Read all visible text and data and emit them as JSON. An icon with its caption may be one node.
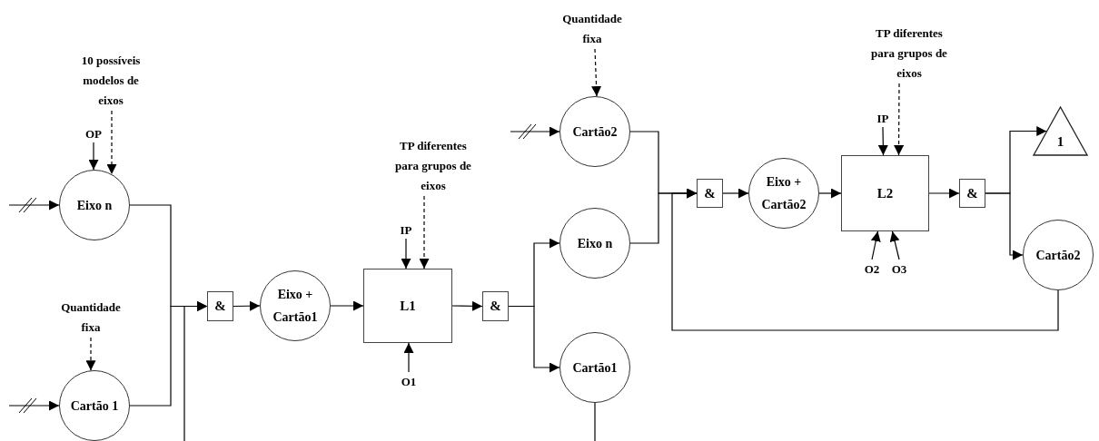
{
  "diagram": {
    "nodes": [
      {
        "text": [
          "10 possíveis modelos de eixos"
        ]
      },
      {
        "text": [
          "OP"
        ]
      },
      {
        "text": [
          "Eixo n"
        ]
      },
      {
        "text": [
          "Quantidade fixa"
        ]
      },
      {
        "text": [
          "Cartão 1"
        ]
      },
      {
        "text": [
          "&"
        ]
      },
      {
        "text": [
          "Eixo + Cartão1"
        ]
      },
      {
        "text": [
          "TP diferentes para grupos de eixos"
        ]
      },
      {
        "text": [
          "IP"
        ]
      },
      {
        "text": [
          "L1"
        ]
      },
      {
        "text": [
          "O1"
        ]
      },
      {
        "text": [
          "&"
        ]
      },
      {
        "text": [
          "Quantidade fixa"
        ]
      },
      {
        "text": [
          "Cartão2"
        ]
      },
      {
        "text": [
          "Eixo n"
        ]
      },
      {
        "text": [
          "Cartão1"
        ]
      },
      {
        "text": [
          "&"
        ]
      },
      {
        "text": [
          "Eixo + Cartão2"
        ]
      },
      {
        "text": [
          "TP diferentes para grupos de eixos"
        ]
      },
      {
        "text": [
          "IP"
        ]
      },
      {
        "text": [
          "L2"
        ]
      },
      {
        "text": [
          "O2"
        ]
      },
      {
        "text": [
          "O3"
        ]
      },
      {
        "text": [
          "&"
        ]
      },
      {
        "text": [
          "1"
        ]
      },
      {
        "text": [
          "Cartão2"
        ]
      }
    ],
    "edges": [
      {
        "from": 0,
        "to": 2,
        "arrow": "to",
        "style": "dashed"
      },
      {
        "from": 1,
        "to": 2,
        "arrow": "to"
      },
      {
        "from": null,
        "to": 2,
        "arrow": "to"
      },
      {
        "from": 3,
        "to": 4,
        "arrow": "to",
        "style": "dashed"
      },
      {
        "from": null,
        "to": 4,
        "arrow": "to"
      },
      {
        "from": 2,
        "to": 5,
        "arrow": "to"
      },
      {
        "from": 4,
        "to": 5,
        "arrow": "to"
      },
      {
        "from": null,
        "to": 5,
        "arrow": "to"
      },
      {
        "from": 5,
        "to": 6,
        "arrow": "to"
      },
      {
        "from": 6,
        "to": 9,
        "arrow": "to"
      },
      {
        "from": 7,
        "to": 9,
        "arrow": "to",
        "style": "dashed"
      },
      {
        "from": 8,
        "to": 9,
        "arrow": "to"
      },
      {
        "from": 10,
        "to": 9,
        "arrow": "to"
      },
      {
        "from": 9,
        "to": 11,
        "arrow": "to"
      },
      {
        "from": 11,
        "to": 14,
        "arrow": "to"
      },
      {
        "from": 11,
        "to": 15,
        "arrow": "to"
      },
      {
        "from": 12,
        "to": 13,
        "arrow": "to",
        "style": "dashed"
      },
      {
        "from": null,
        "to": 13,
        "arrow": "to"
      },
      {
        "from": 13,
        "to": 16,
        "arrow": "to"
      },
      {
        "from": 14,
        "to": 16,
        "arrow": "to"
      },
      {
        "from": 25,
        "to": 16,
        "arrow": "to"
      },
      {
        "from": 16,
        "to": 17,
        "arrow": "to"
      },
      {
        "from": 17,
        "to": 20,
        "arrow": "to"
      },
      {
        "from": 18,
        "to": 20,
        "arrow": "to",
        "style": "dashed"
      },
      {
        "from": 19,
        "to": 20,
        "arrow": "to"
      },
      {
        "from": 21,
        "to": 20,
        "arrow": "to"
      },
      {
        "from": 22,
        "to": 20,
        "arrow": "to"
      },
      {
        "from": 20,
        "to": 23,
        "arrow": "to"
      },
      {
        "from": 23,
        "to": 24,
        "arrow": "to"
      },
      {
        "from": 23,
        "to": 25,
        "arrow": "to"
      },
      {
        "from": 15,
        "to": null,
        "arrow": "none"
      }
    ]
  }
}
